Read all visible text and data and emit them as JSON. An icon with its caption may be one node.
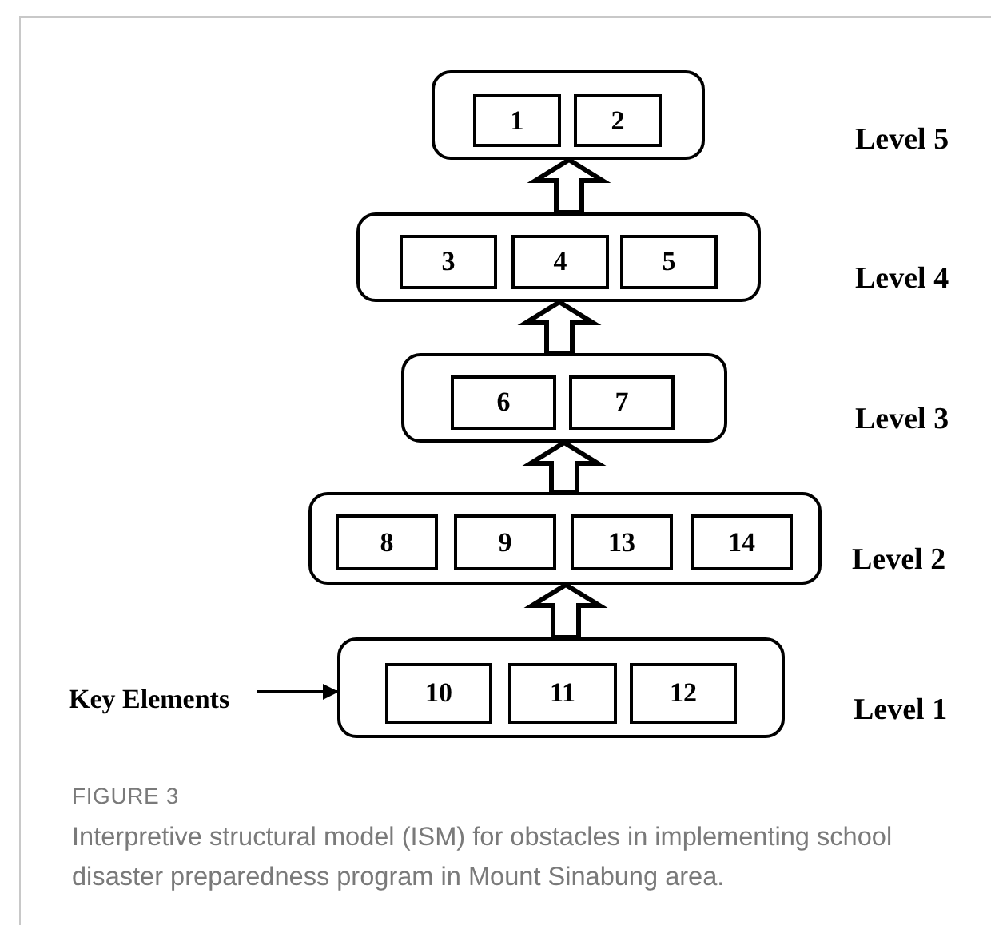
{
  "diagram": {
    "caption": "Interpretive structural model (ISM) for obstacles in implementing school disaster preparedness program in Mount Sinabung area.",
    "nodes": [
      {
        "text": [],
        "shape": "box"
      },
      {
        "text": [
          "1"
        ],
        "in": 0
      },
      {
        "text": [
          "2"
        ],
        "in": 0
      },
      {
        "text": [],
        "shape": "box"
      },
      {
        "text": [
          "3"
        ],
        "in": 3
      },
      {
        "text": [
          "4"
        ],
        "in": 3
      },
      {
        "text": [
          "5"
        ],
        "in": 3
      },
      {
        "text": [],
        "shape": "box"
      },
      {
        "text": [
          "6"
        ],
        "in": 7
      },
      {
        "text": [
          "7"
        ],
        "in": 7
      },
      {
        "text": [],
        "shape": "box"
      },
      {
        "text": [
          "8"
        ],
        "in": 10
      },
      {
        "text": [
          "9"
        ],
        "in": 10
      },
      {
        "text": [
          "13"
        ],
        "in": 10
      },
      {
        "text": [
          "14"
        ],
        "in": 10
      },
      {
        "text": [
          "Key Elements"
        ]
      },
      {
        "text": [],
        "shape": "box"
      },
      {
        "text": [
          "10"
        ],
        "in": 16
      },
      {
        "text": [
          "11"
        ],
        "in": 16
      },
      {
        "text": [
          "12"
        ],
        "in": 16
      }
    ],
    "edges": [
      {
        "from": 3,
        "to": 0,
        "arrow": "to"
      },
      {
        "from": 7,
        "to": 3,
        "arrow": "to"
      },
      {
        "from": 10,
        "to": 7,
        "arrow": "to"
      },
      {
        "from": 16,
        "to": 10,
        "arrow": "to"
      },
      {
        "from": 15,
        "to": 16,
        "arrow": "to"
      }
    ],
    "labels": [
      "Level 5",
      "Level 4",
      "Level 3",
      "Level 2",
      "Level 1",
      "FIGURE 3"
    ]
  }
}
